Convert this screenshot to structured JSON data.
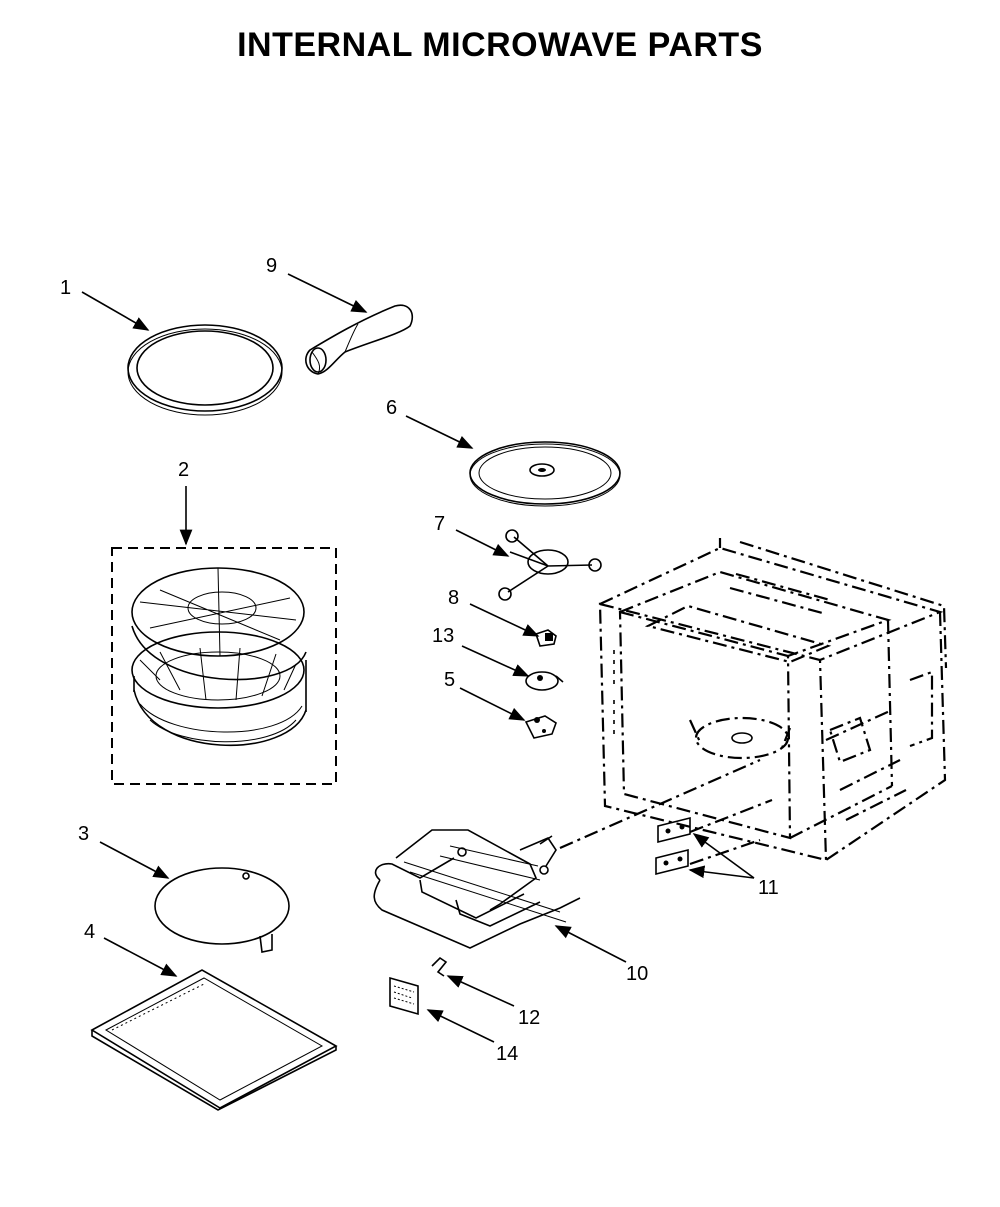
{
  "title": "INTERNAL MICROWAVE PARTS",
  "parts": [
    {
      "label": "1"
    },
    {
      "label": "2"
    },
    {
      "label": "3"
    },
    {
      "label": "4"
    },
    {
      "label": "5"
    },
    {
      "label": "6"
    },
    {
      "label": "7"
    },
    {
      "label": "8"
    },
    {
      "label": "9"
    },
    {
      "label": "10"
    },
    {
      "label": "11"
    },
    {
      "label": "12"
    },
    {
      "label": "13"
    },
    {
      "label": "14"
    }
  ]
}
